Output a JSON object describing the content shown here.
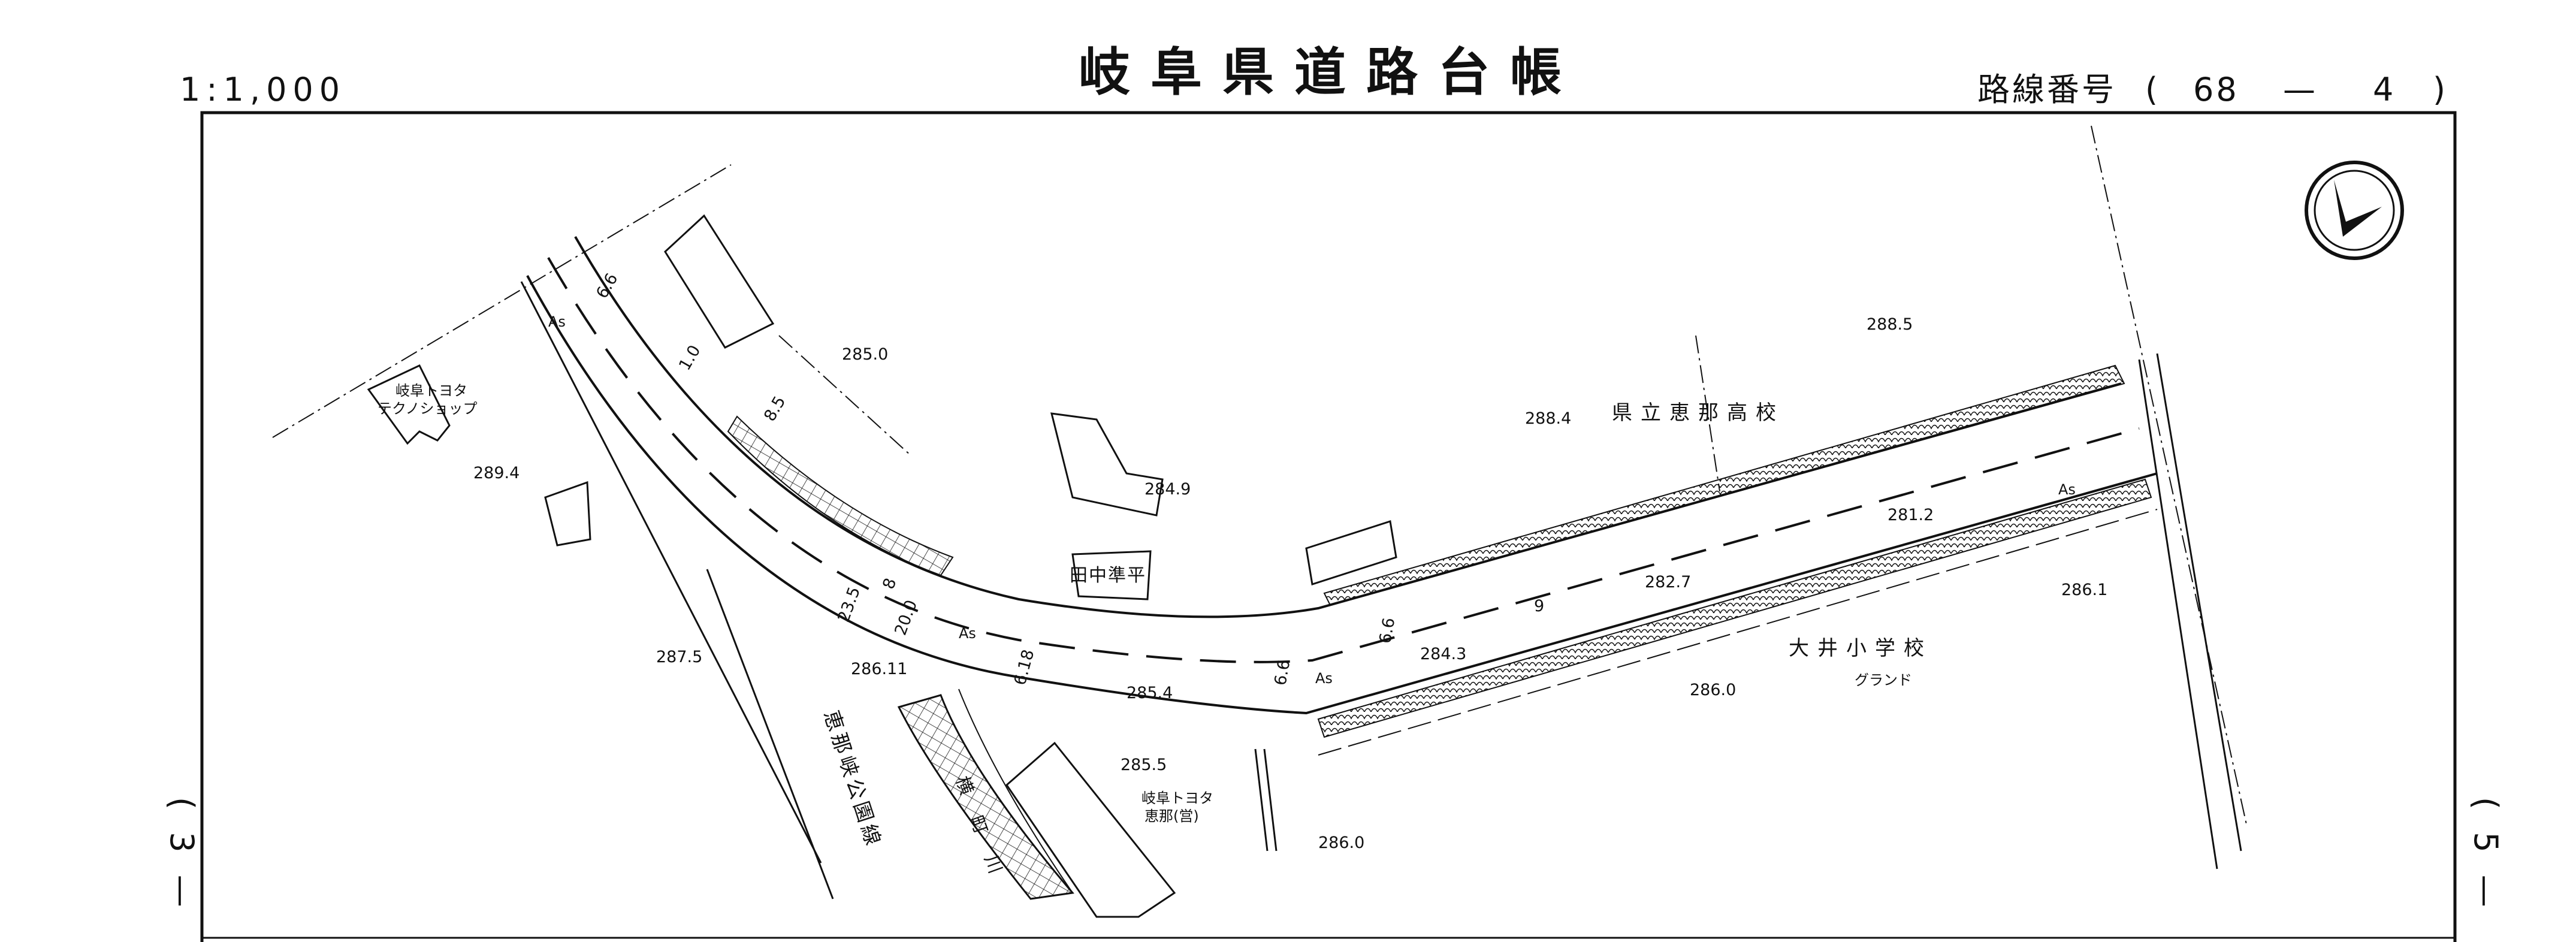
{
  "header": {
    "scale": "1:1,000",
    "title": "岐阜県道路台帳",
    "route_label": "路線番号",
    "route_open": "(",
    "route_number": "68",
    "route_dash": "—",
    "route_sheet": "4",
    "route_close": ")"
  },
  "side": {
    "left_sheet": "( 3 —",
    "right_sheet": "( 5 —"
  },
  "map": {
    "buildings": {
      "toyota_techno_1": "岐阜トヨタ",
      "toyota_techno_2": "テクノショップ",
      "tanaka": "田中準平",
      "high_school": "県立恵那高校",
      "elementary": "大井小学校",
      "ground": "グランド",
      "toyota_ena_1": "岐阜トヨタ",
      "toyota_ena_2": "恵那(営)"
    },
    "road_name": "恵那峡公園線",
    "river_name": "横町川",
    "pavement": "As",
    "elevations": [
      "289.4",
      "285.0",
      "284.9",
      "288.4",
      "288.5",
      "281.2",
      "282.7",
      "284.3",
      "286.1",
      "286.0",
      "287.5",
      "286.11",
      "285.4",
      "285.5",
      "286.0"
    ],
    "widths": [
      "6.6",
      "1.0",
      "8.5",
      "23.5",
      "8",
      "20.0",
      "6.18",
      "6.6",
      "6.6",
      "9"
    ]
  },
  "colors": {
    "ink": "#111111",
    "paper": "#ffffff"
  }
}
